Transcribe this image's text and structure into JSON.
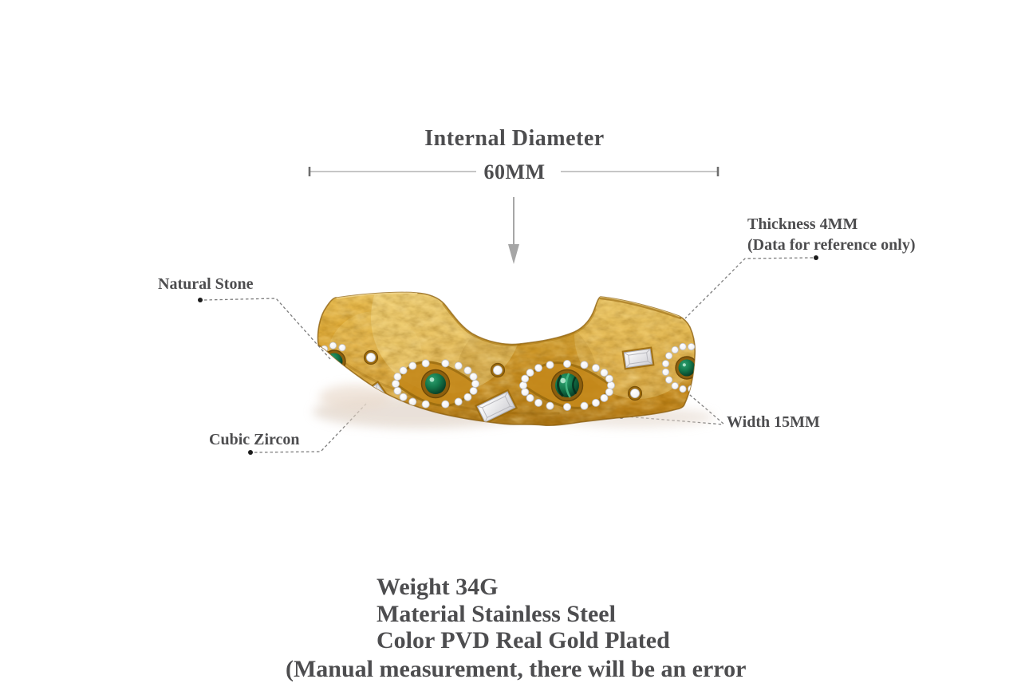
{
  "dimension": {
    "title": "Internal Diameter",
    "value": "60MM"
  },
  "labels": {
    "thickness_line1": "Thickness 4MM",
    "thickness_line2": "(Data for reference only)",
    "natural_stone": "Natural Stone",
    "cubic_zircon": "Cubic Zircon",
    "width": "Width 15MM"
  },
  "specs": {
    "weight": "Weight 34G",
    "material": "Material Stainless Steel",
    "color": "Color PVD Real Gold Plated",
    "disclaimer": "(Manual measurement, there will be an error"
  },
  "colors": {
    "text": "#4d4d4f",
    "leader_line": "#7d7d7d",
    "gold": "#D39A23",
    "stone_green": "#14754A",
    "crystal_white": "#ffffff"
  }
}
